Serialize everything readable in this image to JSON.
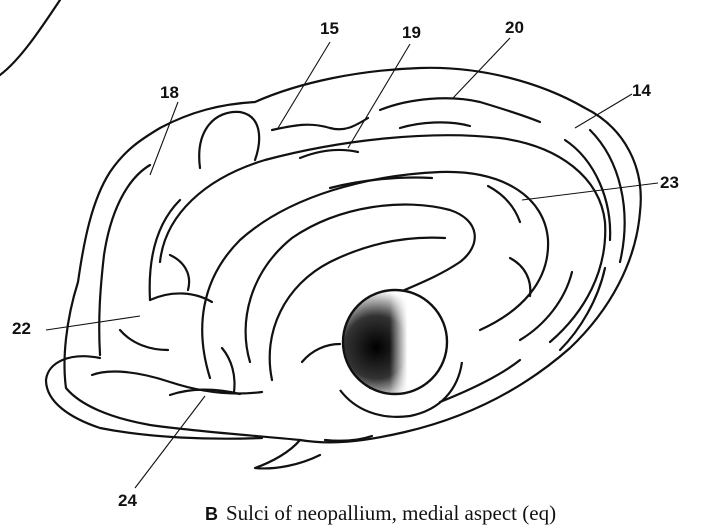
{
  "figure": {
    "panel_letter": "B",
    "caption": "Sulci of neopallium, medial aspect (eq)",
    "labels": [
      "15",
      "19",
      "20",
      "18",
      "14",
      "23",
      "22",
      "24"
    ]
  }
}
